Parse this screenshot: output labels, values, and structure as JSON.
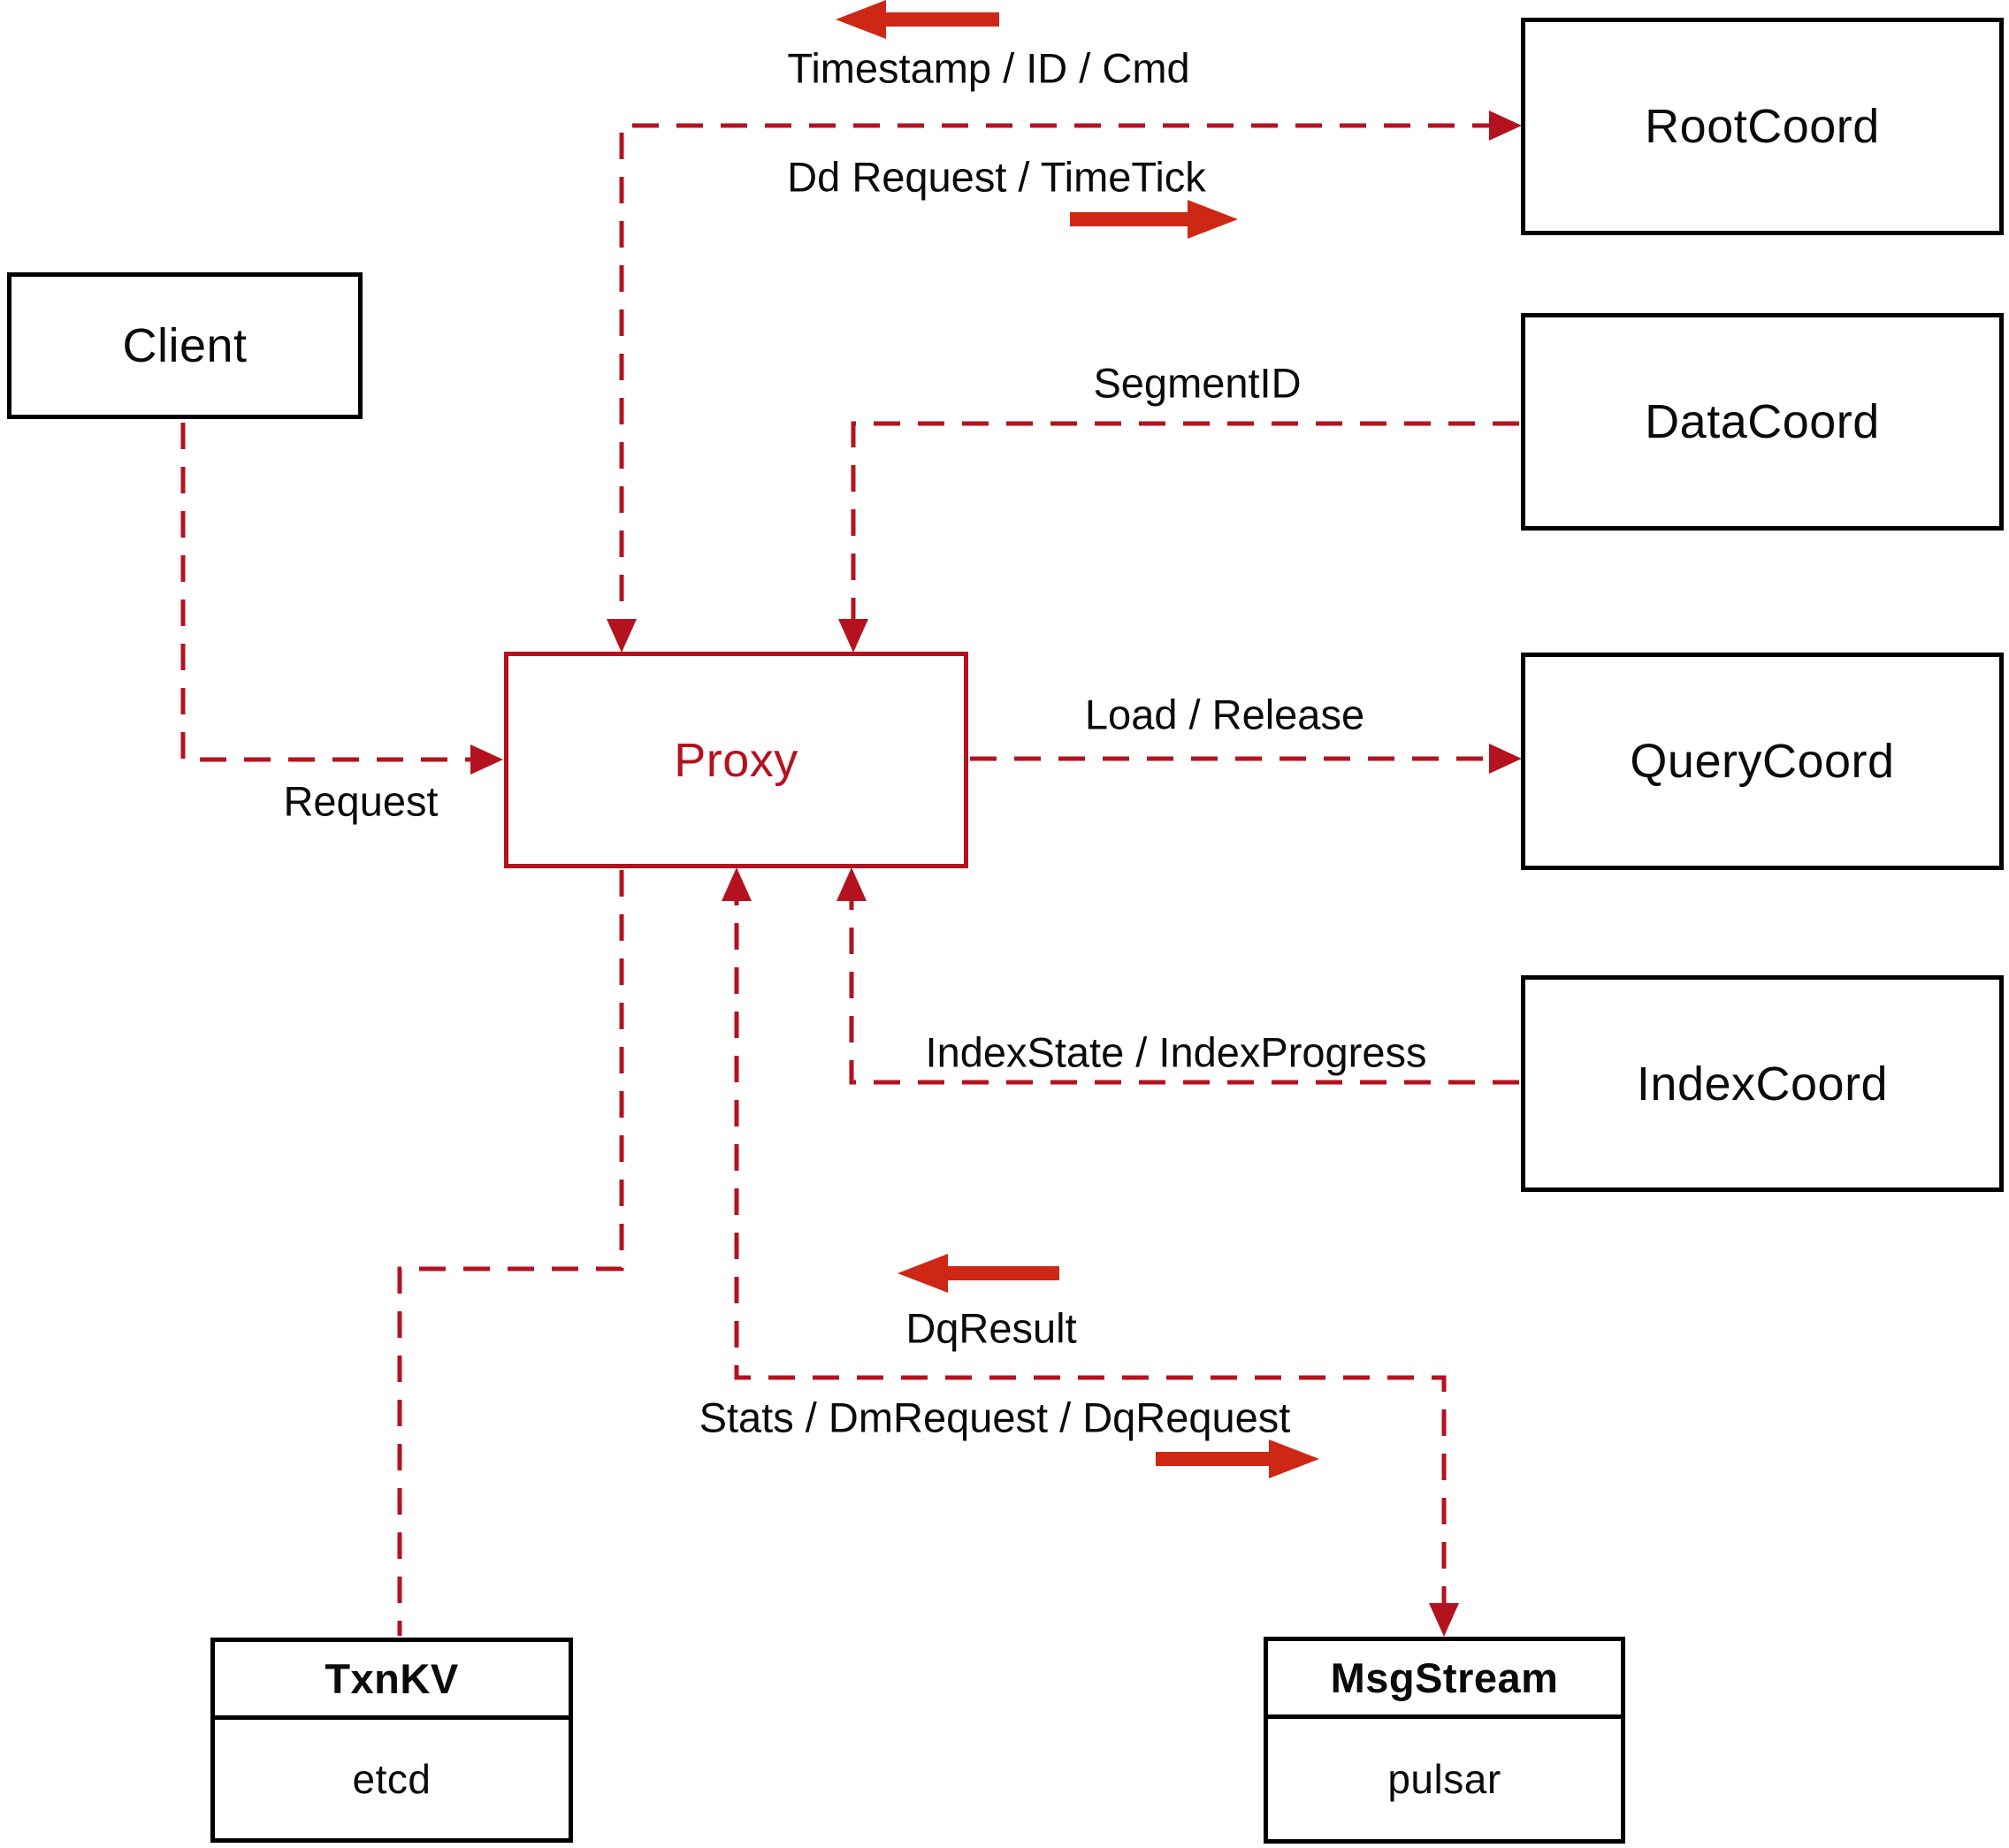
{
  "diagram": {
    "nodes": {
      "client": {
        "label": "Client"
      },
      "root_coord": {
        "label": "RootCoord"
      },
      "data_coord": {
        "label": "DataCoord"
      },
      "query_coord": {
        "label": "QueryCoord"
      },
      "index_coord": {
        "label": "IndexCoord"
      },
      "proxy": {
        "label": "Proxy"
      },
      "txn_kv": {
        "title": "TxnKV",
        "impl": "etcd"
      },
      "msg_stream": {
        "title": "MsgStream",
        "impl": "pulsar"
      }
    },
    "edge_labels": {
      "timestamp_id_cmd": "Timestamp / ID / Cmd",
      "dd_request_timetick": "Dd Request / TimeTick",
      "segment_id": "SegmentID",
      "load_release": "Load / Release",
      "request": "Request",
      "index_state_progress": "IndexState / IndexProgress",
      "dq_result": "DqResult",
      "stats_dm_dq_request": "Stats / DmRequest / DqRequest"
    },
    "colors": {
      "connector_red": "#b5121f",
      "flow_arrow_red": "#cf2715",
      "text_black": "#0b0b0b",
      "box_border_black": "#000000",
      "background": "#ffffff"
    }
  }
}
